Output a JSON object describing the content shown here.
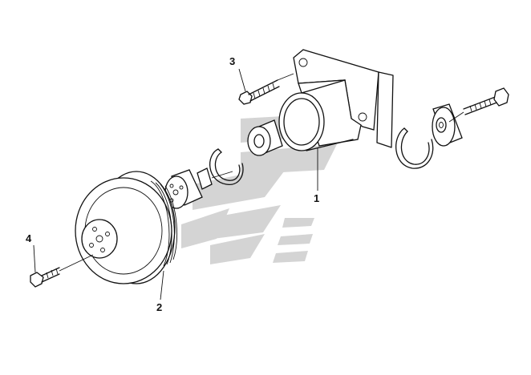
{
  "diagram": {
    "callouts": [
      {
        "id": "1",
        "label": "1"
      },
      {
        "id": "2",
        "label": "2"
      },
      {
        "id": "3",
        "label": "3"
      },
      {
        "id": "4",
        "label": "4"
      }
    ],
    "watermark_color": "#d4d4d4"
  }
}
